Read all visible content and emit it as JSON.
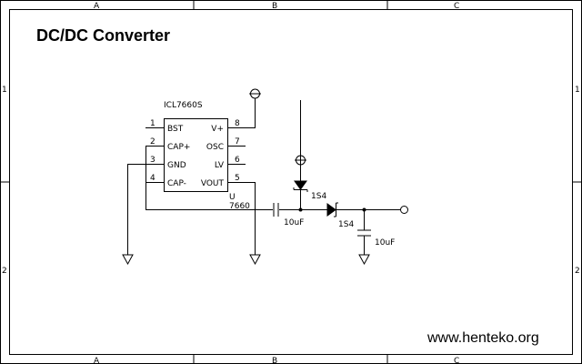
{
  "title": "DC/DC Converter",
  "website": "www.henteko.org",
  "frame": {
    "columns": [
      "A",
      "B",
      "C"
    ],
    "rows": [
      "1",
      "2"
    ]
  },
  "ic": {
    "part": "ICL7660S",
    "ref": "U",
    "value": "7660",
    "left_pins": [
      {
        "num": "1",
        "name": "BST"
      },
      {
        "num": "2",
        "name": "CAP+"
      },
      {
        "num": "3",
        "name": "GND"
      },
      {
        "num": "4",
        "name": "CAP-"
      }
    ],
    "right_pins": [
      {
        "num": "8",
        "name": "V+"
      },
      {
        "num": "7",
        "name": "OSC"
      },
      {
        "num": "6",
        "name": "LV"
      },
      {
        "num": "5",
        "name": "VOUT"
      }
    ]
  },
  "components": {
    "c1": "10uF",
    "c2": "10uF",
    "d1": "1S4",
    "d2": "1S4"
  },
  "colors": {
    "line": "#000000",
    "background": "#ffffff"
  }
}
